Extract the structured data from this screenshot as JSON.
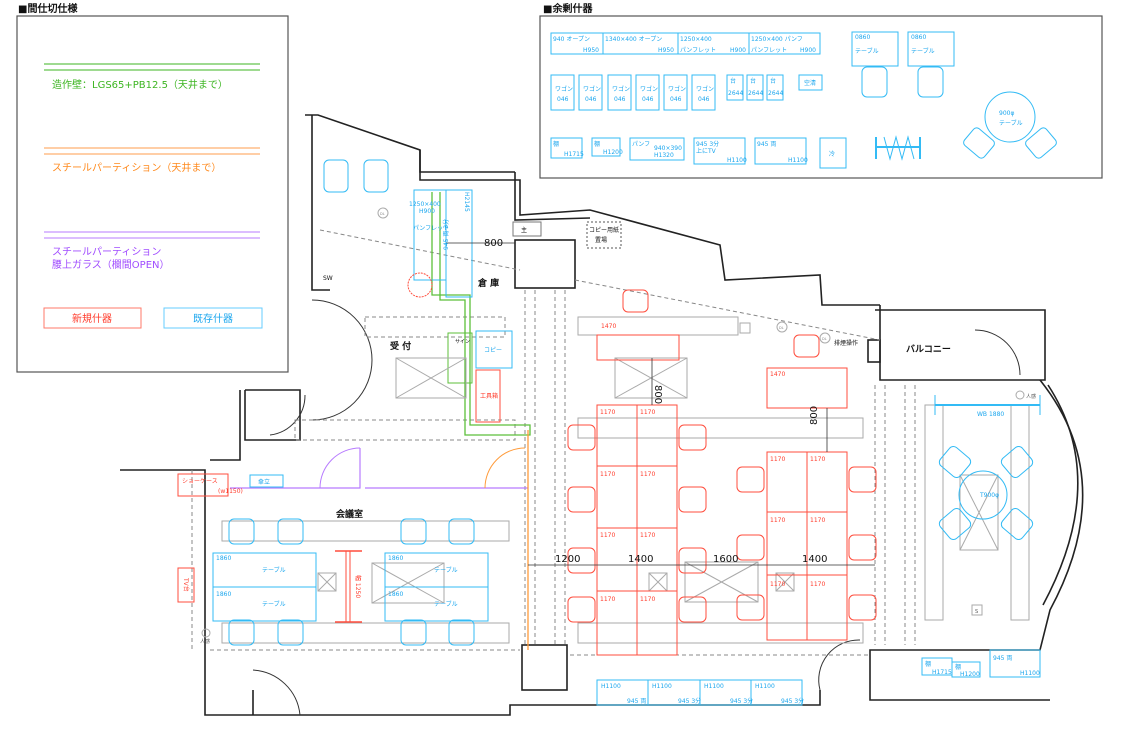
{
  "legend": {
    "title": "■間仕切仕様",
    "items": [
      {
        "label": "造作壁：LGS65+PB12.5（天井まで）",
        "color": "#3cb521"
      },
      {
        "label": "スチールパーティション（天井まで）",
        "color": "#ff8a1e"
      },
      {
        "label_line1": "スチールパーティション",
        "label_line2": "腰上ガラス（欄間OPEN）",
        "color": "#a04cff"
      }
    ],
    "new_furniture": {
      "label": "新規什器",
      "color": "#ff3a2a"
    },
    "existing_furniture": {
      "label": "既存什器",
      "color": "#1aa6ee"
    }
  },
  "surplus": {
    "title": "■余剰什器",
    "row1": [
      {
        "a": "940 オープン",
        "b": "H950"
      },
      {
        "a": "1340×400 オープン",
        "b": "H950"
      },
      {
        "a": "1250×400",
        "c": "パンフレット",
        "b": "H900"
      },
      {
        "a": "1250×400 パンフ",
        "c": "パンフレット",
        "b": "H900"
      }
    ],
    "wagon": {
      "a": "ワゴン",
      "b": "046"
    },
    "stand": {
      "a": "台",
      "b": "2644"
    },
    "air": "空清",
    "row3": [
      {
        "a": "棚",
        "b": "H1715"
      },
      {
        "a": "棚",
        "b": "H1200"
      },
      {
        "a": "パンフ",
        "c": "940×390",
        "b": "H1320"
      },
      {
        "a": "945 3分",
        "c": "上にTV",
        "b": "H1100"
      },
      {
        "a": "945 両",
        "b": "H1100"
      },
      {
        "a": "冷"
      }
    ],
    "table": {
      "a": "0860",
      "b": "テーブル"
    },
    "round_table": {
      "a": "900φ",
      "b": "テーブル"
    }
  },
  "plan": {
    "rooms": {
      "reception": "受 付",
      "storage": "倉 庫",
      "meeting": "会議室",
      "balcony": "バルコニー"
    },
    "dims": {
      "d800": "800",
      "d1200": "1200",
      "d1400": "1400",
      "d1600": "1600"
    },
    "labels": {
      "sw": "SW",
      "main": "主",
      "copy_paper_1": "コピー用紙",
      "copy_paper_2": "置場",
      "pamph_1": "1250×400",
      "pamph_2": "H900",
      "pamph_3": "パンフレット",
      "h2145": "H2145",
      "shelf_945": "945 両 3分",
      "sign": "サイン",
      "copy": "コピー",
      "tool": "工具箱",
      "dl": "DL",
      "showcase": "ショーケース",
      "showcase_w": "(w1150)",
      "umbrella": "傘立",
      "tv_stand": "TV台",
      "width1250": "幅 1250",
      "t1860": "1860",
      "table": "テーブル",
      "w1470": "1470",
      "w1170": "1170",
      "smoke": "排煙操作",
      "wb": "WB 1880",
      "t900": "T900φ",
      "sensor": "人感",
      "s": "S",
      "h1100": "H1100",
      "b945r": "945 両",
      "b945s": "945 3分",
      "shelf": "棚",
      "h1715": "H1715",
      "h1200": "H1200"
    }
  }
}
